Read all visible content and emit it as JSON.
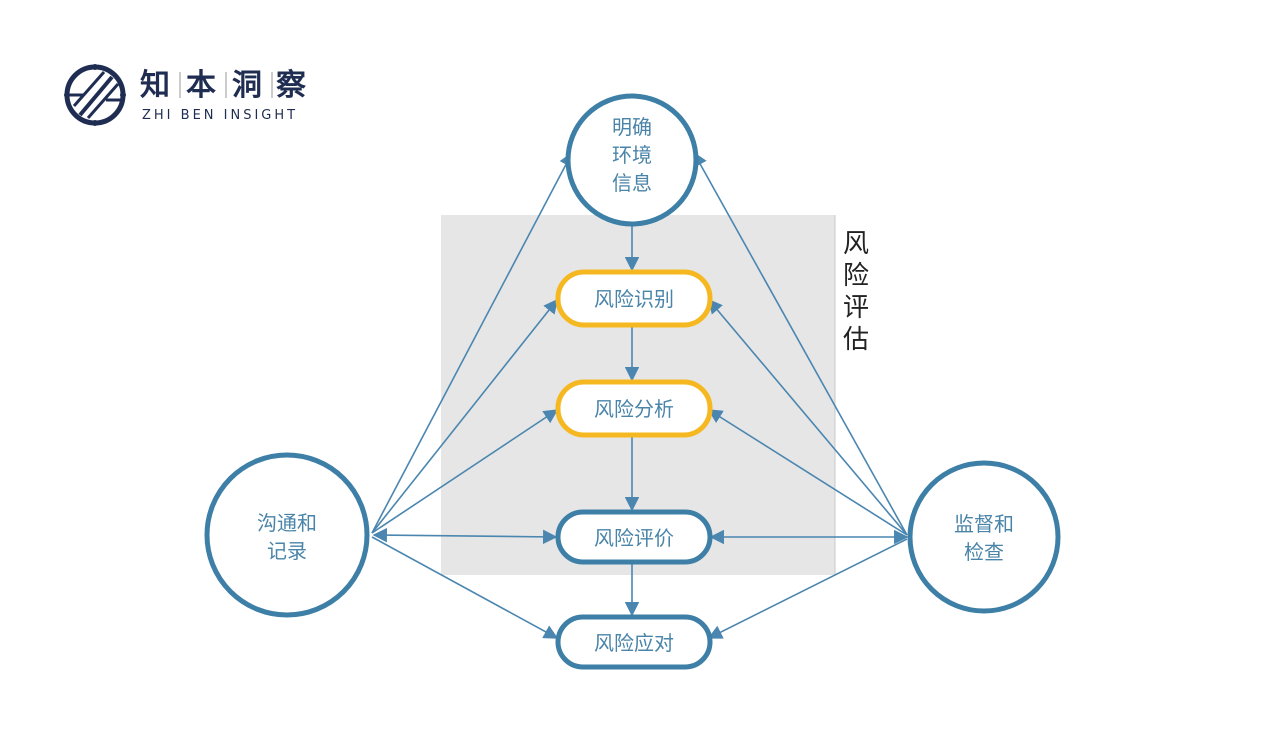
{
  "logo": {
    "chars": [
      "知",
      "本",
      "洞",
      "察"
    ],
    "subtitle": "ZHI BEN INSIGHT"
  },
  "diagram": {
    "top_node": [
      "明确",
      "环境",
      "信息"
    ],
    "left_node": [
      "沟通和",
      "记录"
    ],
    "right_node": [
      "监督和",
      "检查"
    ],
    "steps": [
      "风险识别",
      "风险分析",
      "风险评价",
      "风险应对"
    ],
    "assessment_label": [
      "风",
      "险",
      "评",
      "估"
    ]
  },
  "colors": {
    "blue": "#3d7fa6",
    "yellow": "#f5b820",
    "gray": "#e6e6e6"
  }
}
